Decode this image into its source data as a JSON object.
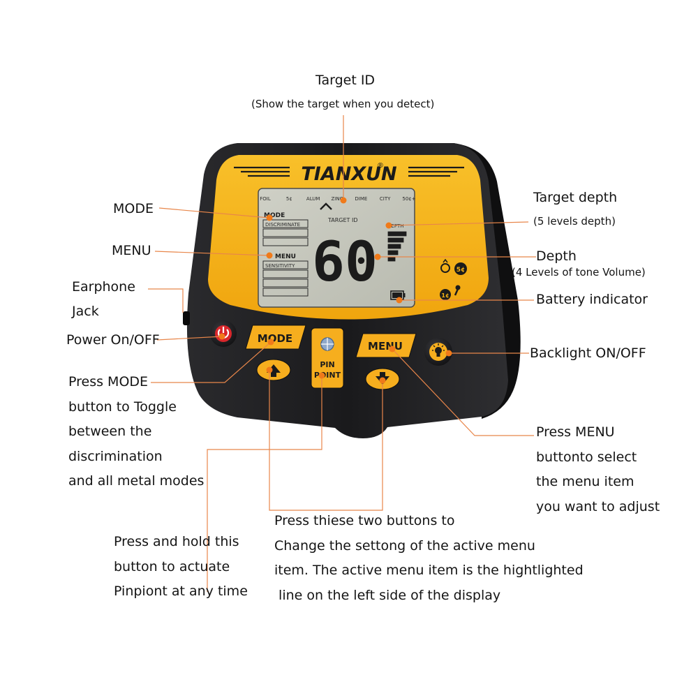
{
  "brand": {
    "logo_text": "TIANXUN",
    "registered_mark": "®"
  },
  "display": {
    "top_row": [
      "FOIL",
      "5¢",
      "ALUM",
      "ZINC",
      "DIME",
      "CITY",
      "50¢+"
    ],
    "target_id_caption": "TARGET ID",
    "target_id_value": "60",
    "depth_caption": "DEPTH",
    "mode_caption": "MODE",
    "mode_value": "DISCRIMINATE",
    "menu_caption": "MENU",
    "menu_value": "SENSITIVITY",
    "depth_levels": 5,
    "depth_active": 5,
    "tone_levels": 4,
    "battery_level": 1.0,
    "side_icon_coin": "5¢",
    "side_icon_coin2": "1¢"
  },
  "buttons": {
    "mode": "MODE",
    "menu": "MENU",
    "pinpoint_line1": "PIN",
    "pinpoint_line2": "POINT"
  },
  "callouts": {
    "target_id_title": "Target ID",
    "target_id_sub": "(Show the target when you detect)",
    "mode": "MODE",
    "menu": "MENU",
    "earphone_line1": "Earphone",
    "earphone_line2": "Jack",
    "power": "Power On/OFF",
    "press_mode": [
      "Press MODE",
      "button to Toggle",
      "between the",
      "discrimination",
      "and all metal modes"
    ],
    "target_depth_title": "Target depth",
    "target_depth_sub": "(5 levels depth)",
    "depth_title": "Depth",
    "depth_sub": "(4 Levels of tone Volume)",
    "battery": "Battery indicator",
    "backlight": "Backlight ON/OFF",
    "press_menu": [
      "Press MENU",
      "buttonto select",
      "the menu item",
      "you want to adjust"
    ],
    "press_arrows": [
      "Press thiese two buttons to",
      "Change the settong of the active menu",
      "item. The active menu item is the hightlighted",
      " line on the left side of the display"
    ],
    "press_hold": [
      "Press and hold this",
      "button to actuate",
      "Pinpiont at any time"
    ]
  },
  "colors": {
    "housing": "#1c1c1e",
    "faceplate": "#f6b315",
    "lcd": "#c6c7bd",
    "button_orange": "#f6ae1e",
    "power_red": "#d9262b",
    "leader_line": "#e8864a",
    "marker": "#f07a1a"
  }
}
